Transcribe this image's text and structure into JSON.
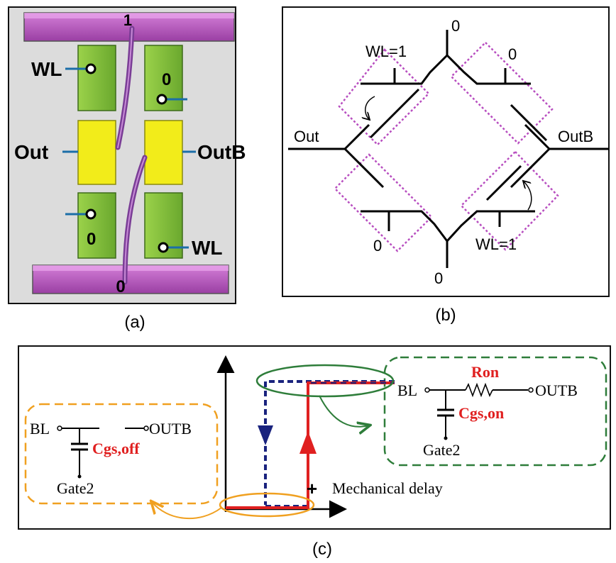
{
  "panel_a": {
    "caption": "(a)",
    "top_beam_label": "1",
    "bottom_beam_label": "0",
    "wl_top": "WL",
    "wl_bottom": "WL",
    "zero_top_right": "0",
    "zero_bottom_left": "0",
    "out_label": "Out",
    "outb_label": "OutB",
    "colors": {
      "beam": "#b04fb8",
      "electrode": "#8cc63f",
      "contact": "#f2ec1a",
      "cantilever": "#7a3d96"
    }
  },
  "panel_b": {
    "caption": "(b)",
    "top_label": "0",
    "bottom_label": "0",
    "wl_top": "WL=1",
    "wl_bottom": "WL=1",
    "zero_top_right": "0",
    "zero_bottom_left": "0",
    "out_label": "Out",
    "outb_label": "OutB",
    "colors": {
      "box": "#b84fc0"
    }
  },
  "panel_c": {
    "caption": "(c)",
    "off_state": {
      "bl": "BL",
      "outb": "OUTB",
      "cap": "Cgs,off",
      "gate": "Gate2"
    },
    "on_state": {
      "bl": "BL",
      "outb": "OUTB",
      "res": "Ron",
      "cap": "Cgs,on",
      "gate": "Gate2"
    },
    "delay_label": "Mechanical delay",
    "plus_sign": "+",
    "colors": {
      "orange": "#f0a020",
      "green": "#2e7d3a",
      "red": "#e02020",
      "navy": "#1a237e"
    }
  }
}
